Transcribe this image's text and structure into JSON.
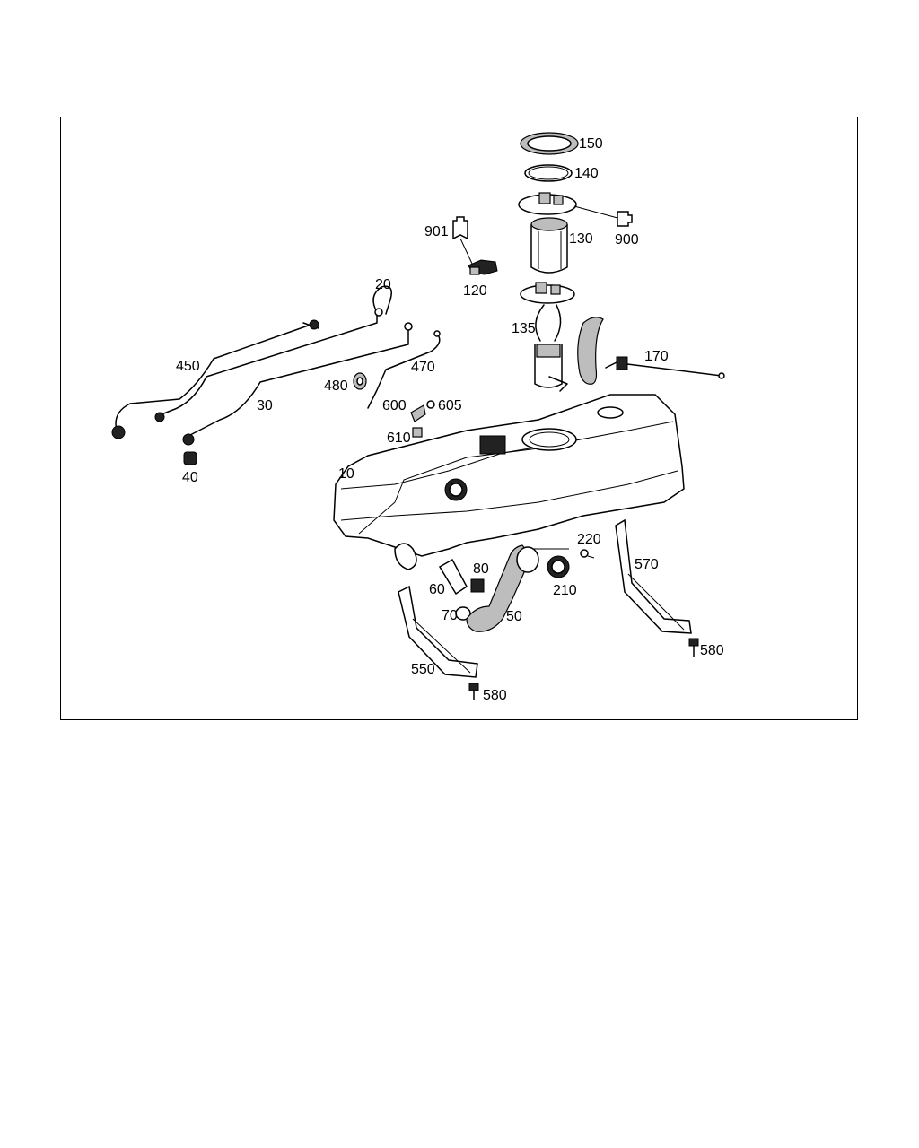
{
  "labels": {
    "l10": "10",
    "l20": "20",
    "l30": "30",
    "l40": "40",
    "l50": "50",
    "l60": "60",
    "l70": "70",
    "l80": "80",
    "l120": "120",
    "l130": "130",
    "l135": "135",
    "l140": "140",
    "l150": "150",
    "l170": "170",
    "l210": "210",
    "l220": "220",
    "l450": "450",
    "l470": "470",
    "l480": "480",
    "l550": "550",
    "l570": "570",
    "l580a": "580",
    "l580b": "580",
    "l600": "600",
    "l605": "605",
    "l610": "610",
    "l900": "900",
    "l901": "901"
  }
}
